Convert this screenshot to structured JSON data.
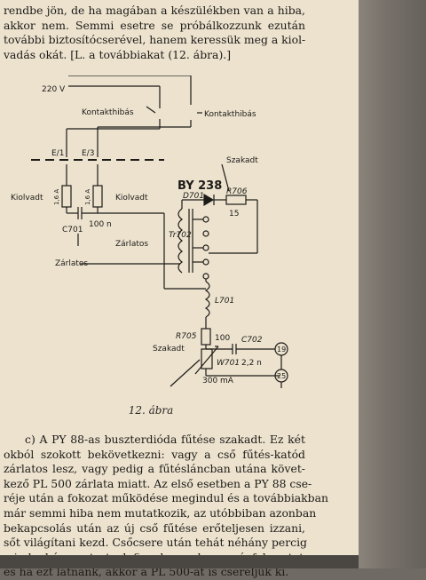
{
  "paragraph_top": {
    "lines": [
      "rendbe jön, de ha magában a készülékben van a hiba,",
      "akkor nem. Semmi esetre se próbálkozzunk ezután",
      "további biztosítócserével, hanem keressük meg a kiol-",
      "vadás okát. [L. a továbbiakat (12. ábra).]"
    ]
  },
  "figure": {
    "caption": "12. ábra",
    "labels": {
      "mains": "220 V",
      "contact_fault_left": "Kontakthibás",
      "contact_fault_right": "Kontakthibás",
      "fuse_e1": "E/1",
      "fuse_e3": "E/3",
      "fuse1_rating": "1,6 A",
      "fuse2_rating": "1,6 A",
      "blown_left": "Kiolvadt",
      "blown_right": "Kiolvadt",
      "capacitor_c701": "C701",
      "capacitor_c701_value": "100 n",
      "shorted_mid": "Zárlatos",
      "shorted_bottom": "Zárlatos",
      "diode_type": "BY 238",
      "diode_ref": "D701",
      "broken_top": "Szakadt",
      "resistor_r706": "R706",
      "resistor_r706_value": "15",
      "transformer": "Tr702",
      "inductor": "L701",
      "resistor_r705": "R705",
      "resistor_r705_value": "100",
      "capacitor_c702": "C702",
      "capacitor_c702_value": "2,2 n",
      "thermistor": "W701",
      "broken_bottom": "Szakadt",
      "current": "300 mA",
      "pin_19": "19",
      "pin_25": "25"
    }
  },
  "paragraph_bottom": {
    "lines": [
      "c) A PY 88-as buszterdióda fűtése szakadt. Ez két",
      "okból szokott bekövetkezni: vagy a cső fűtés-katód",
      "zárlatos lesz, vagy pedig a fűtésláncban utána követ-",
      "kező PL 500 zárlata miatt. Az első esetben a PY 88 cse-",
      "réje után a fokozat működése megindul és a továbbiakban",
      "már semmi hiba nem mutatkozik, az utóbbiban azonban",
      "bekapcsolás után az új cső fűtése erőteljesen izzani,",
      "sőt világítani kezd. Csőcsere után tehát néhány percig",
      "mindenképpen tartsuk figyelemmel a sorvégfokozatot,",
      "és ha ezt látnánk, akkor a PL 500-at is cseréljük ki."
    ]
  }
}
